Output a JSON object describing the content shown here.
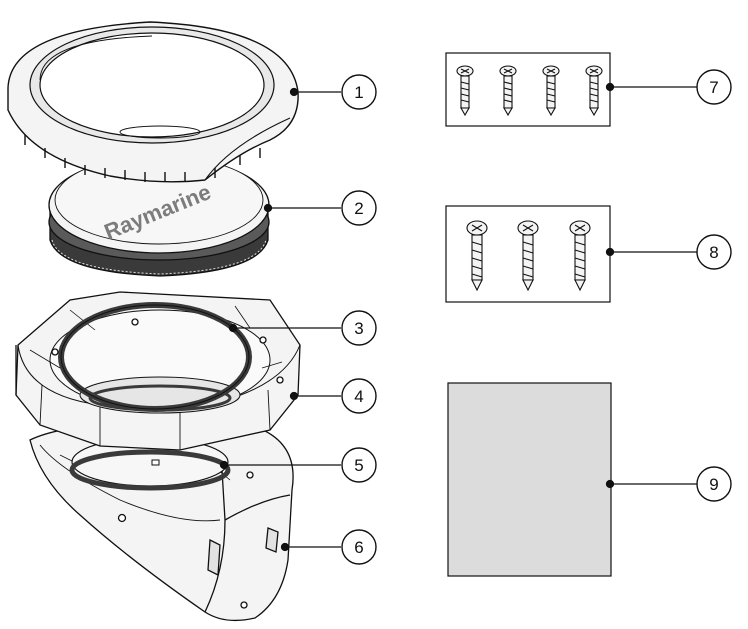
{
  "diagram": {
    "brand_text": "Raymarine",
    "callouts": [
      {
        "id": "1",
        "label": "1"
      },
      {
        "id": "2",
        "label": "2"
      },
      {
        "id": "3",
        "label": "3"
      },
      {
        "id": "4",
        "label": "4"
      },
      {
        "id": "5",
        "label": "5"
      },
      {
        "id": "6",
        "label": "6"
      },
      {
        "id": "7",
        "label": "7"
      },
      {
        "id": "8",
        "label": "8"
      },
      {
        "id": "9",
        "label": "9"
      }
    ],
    "colors": {
      "line": "#111111",
      "part_fill": "#f4f4f4",
      "part_shade": "#d4d4d4",
      "dark_ring": "#4a4a4a",
      "pad_fill": "#dcdcdc"
    }
  }
}
